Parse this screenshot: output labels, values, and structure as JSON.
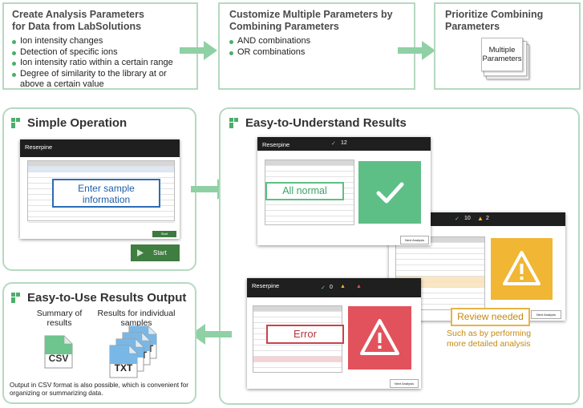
{
  "top_row": {
    "create": {
      "title": "Create Analysis Parameters for Data from LabSolutions",
      "items": [
        "Ion intensity changes",
        "Detection of specific ions",
        "Ion intensity ratio within a certain range",
        "Degree of similarity to the library at or above a certain value"
      ]
    },
    "customize": {
      "title": "Customize Multiple Parameters by Combining Parameters",
      "items": [
        "AND combinations",
        "OR combinations"
      ]
    },
    "prioritize": {
      "title": "Prioritize Combining Parameters",
      "stack_label": "Multiple Parameters"
    }
  },
  "simple_operation": {
    "title": "Simple Operation",
    "app_name": "Reserpine",
    "callout": "Enter sample information",
    "start_label": "Start",
    "small_start": "Start"
  },
  "results": {
    "title": "Easy-to-Understand Results",
    "app_name": "Reserpine",
    "all_normal": "All normal",
    "count_normal": "12",
    "count_review_ok": "10",
    "count_review_warn": "2",
    "count_err_ok": "0",
    "review_needed": "Review needed",
    "review_note": "Such as by performing more detailed analysis",
    "error": "Error",
    "next_analysis": "Next Analysis",
    "colors": {
      "green": "#5dbf85",
      "amber": "#f0b634",
      "red": "#e2525c"
    }
  },
  "output": {
    "title": "Easy-to-Use Results Output",
    "summary_label": "Summary of results",
    "individual_label": "Results for individual samples",
    "csv": "CSV",
    "txt": "TXT",
    "t": "T",
    "note": "Output in CSV format is also possible, which is convenient for organizing or summarizing data."
  }
}
